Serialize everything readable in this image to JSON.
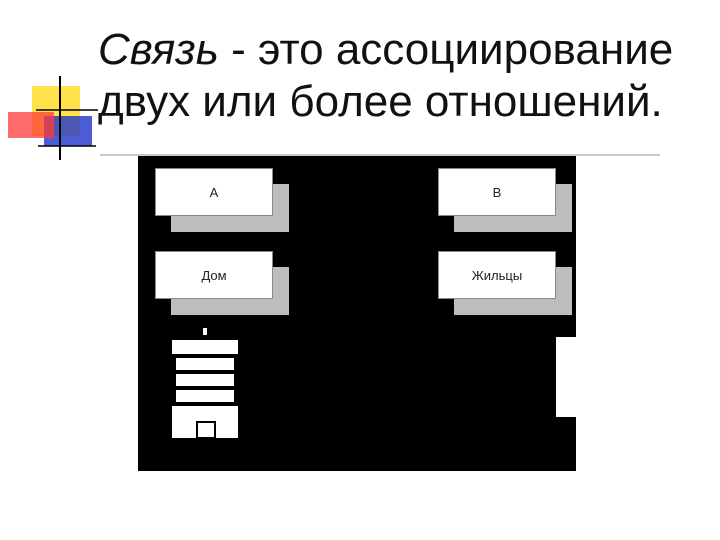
{
  "slide": {
    "title_italic": "Связь",
    "title_rest": " - это ассоциирование",
    "title_line2": "двух или более отношений."
  },
  "diagram": {
    "entities": [
      {
        "label": "A"
      },
      {
        "label": "B"
      },
      {
        "label": "Дом"
      },
      {
        "label": "Жильцы"
      }
    ]
  },
  "colors": {
    "deco_yellow": "#ffdf40",
    "deco_red": "#ff3b3b",
    "deco_blue": "#2233cc",
    "diagram_bg": "#000000"
  },
  "icons": [
    "building-icon"
  ]
}
